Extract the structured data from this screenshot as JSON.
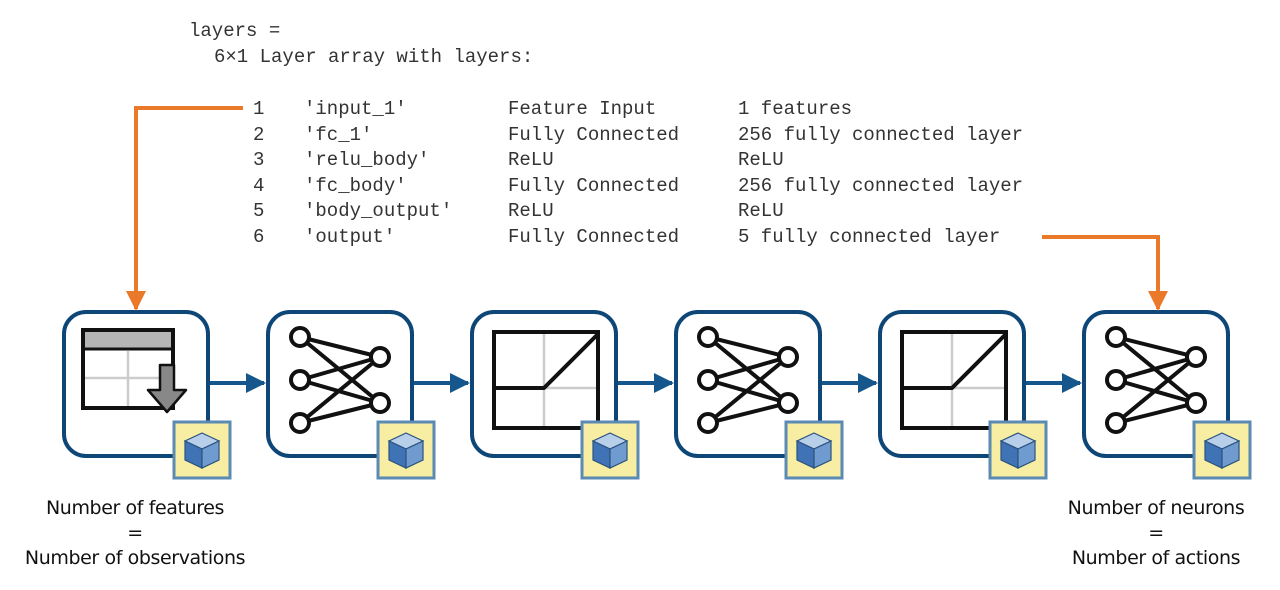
{
  "header": {
    "line1": "layers =",
    "line2": "6×1 Layer array with layers:"
  },
  "layers": [
    {
      "index": "1",
      "name": "'input_1'",
      "type": "Feature Input",
      "desc": "1 features"
    },
    {
      "index": "2",
      "name": "'fc_1'",
      "type": "Fully Connected",
      "desc": "256 fully connected layer"
    },
    {
      "index": "3",
      "name": "'relu_body'",
      "type": "ReLU",
      "desc": "ReLU"
    },
    {
      "index": "4",
      "name": "'fc_body'",
      "type": "Fully Connected",
      "desc": "256 fully connected layer"
    },
    {
      "index": "5",
      "name": "'body_output'",
      "type": "ReLU",
      "desc": "ReLU"
    },
    {
      "index": "6",
      "name": "'output'",
      "type": "Fully Connected",
      "desc": "5 fully connected layer"
    }
  ],
  "blocks": [
    {
      "kind": "feature-input"
    },
    {
      "kind": "fully-connected"
    },
    {
      "kind": "relu"
    },
    {
      "kind": "fully-connected"
    },
    {
      "kind": "relu"
    },
    {
      "kind": "fully-connected"
    }
  ],
  "captions": {
    "left": {
      "line1": "Number of features",
      "line2": "=",
      "line3": "Number of observations"
    },
    "right": {
      "line1": "Number of neurons",
      "line2": "=",
      "line3": "Number of actions"
    }
  },
  "colors": {
    "block_border": "#0d4677",
    "connector": "#15578d",
    "callout": "#ea7a2a",
    "badge_fill": "#f7eda3",
    "badge_border": "#5b8bb5",
    "cube": "#3f73b5"
  }
}
